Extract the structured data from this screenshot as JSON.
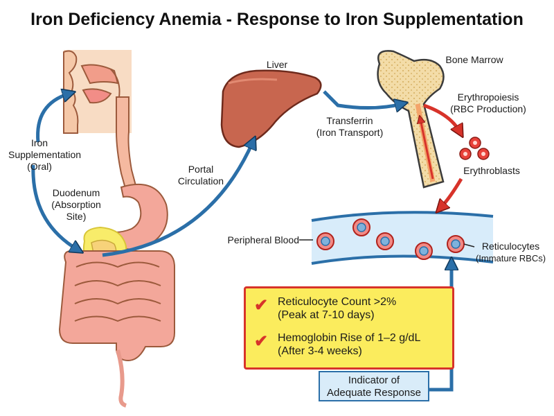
{
  "title": "Iron Deficiency Anemia - Response to Iron Supplementation",
  "labels": {
    "iron_supplementation": [
      "Iron",
      "Supplementation",
      "(Oral)"
    ],
    "duodenum": [
      "Duodenum",
      "(Absorption",
      "Site)"
    ],
    "portal_circulation": [
      "Portal",
      "Circulation"
    ],
    "liver": "Liver",
    "transferrin": [
      "Transferrin",
      "(Iron Transport)"
    ],
    "bone_marrow": "Bone Marrow",
    "erythropoiesis": [
      "Erythropoiesis",
      "(RBC Production)"
    ],
    "erythroblasts": "Erythroblasts",
    "peripheral_blood": "Peripheral Blood",
    "reticulocytes": [
      "Reticulocytes",
      "(Immature RBCs)"
    ]
  },
  "response_box": {
    "items": [
      {
        "line1": "Reticulocyte Count >2%",
        "line2": "(Peak at 7-10 days)"
      },
      {
        "line1": "Hemoglobin Rise of 1–2 g/dL",
        "line2": "(After 3-4 weeks)"
      }
    ]
  },
  "indicator": [
    "Indicator of",
    "Adequate Response"
  ],
  "colors": {
    "flow_arrow": "#2b6fa8",
    "rbc_arrow": "#d7332a",
    "box_fill": "#fbec5d",
    "vessel_fill": "#d8ecfa"
  }
}
